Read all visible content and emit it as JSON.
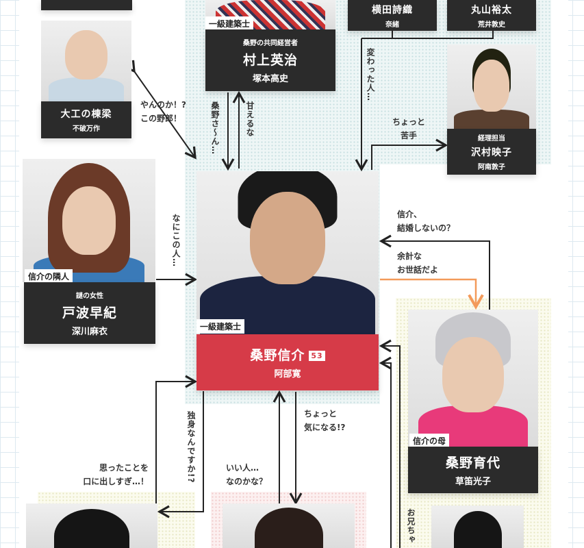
{
  "characters": {
    "daiku": {
      "name": "大工の棟梁",
      "actor": "不破万作"
    },
    "murakami": {
      "tag": "一級建築士",
      "role": "桑野の共同経営者",
      "name": "村上英治",
      "actor": "塚本高史"
    },
    "yokota": {
      "name": "横田詩織",
      "actor": "奈緒"
    },
    "maruyama": {
      "name": "丸山裕太",
      "actor": "荒井敦史"
    },
    "sawamura": {
      "role": "経理担当",
      "name": "沢村映子",
      "actor": "阿南敦子"
    },
    "tonami": {
      "tag": "信介の隣人",
      "role": "謎の女性",
      "name": "戸波早紀",
      "actor": "深川麻衣"
    },
    "kuwano": {
      "tag": "一級建築士",
      "name": "桑野信介",
      "age": "53",
      "actor": "阿部寛"
    },
    "ikuyo": {
      "tag": "信介の母",
      "name": "桑野育代",
      "actor": "草笛光子"
    }
  },
  "relations": {
    "daiku_kuwano": [
      "やんのか！?",
      "この野郎！"
    ],
    "kuwano_murakami": "桑野さ〜ん…",
    "murakami_kuwano": "甘えるな",
    "staff_kuwano": "変わった人…",
    "kuwano_sawamura": [
      "ちょっと",
      "苦手"
    ],
    "tonami_kuwano": "なにこの人…",
    "ikuyo_kuwano": [
      "信介、",
      "結婚しないの？"
    ],
    "kuwano_ikuyo": [
      "余計な",
      "お世話だよ"
    ],
    "kuwano_left": "独身なんですか!?",
    "left_kuwano": [
      "思ったことを",
      "口に出しすぎ…！"
    ],
    "pink_kuwano": [
      "いい人…",
      "なのかな？"
    ],
    "kuwano_pink": [
      "ちょっと",
      "気になる!?"
    ],
    "sister_kuwano": "お兄ちゃ"
  },
  "colors": {
    "box": "#2b2b2b",
    "main": "#d63b48",
    "accent_arrow": "#f39a5a",
    "arrow": "#222222"
  }
}
